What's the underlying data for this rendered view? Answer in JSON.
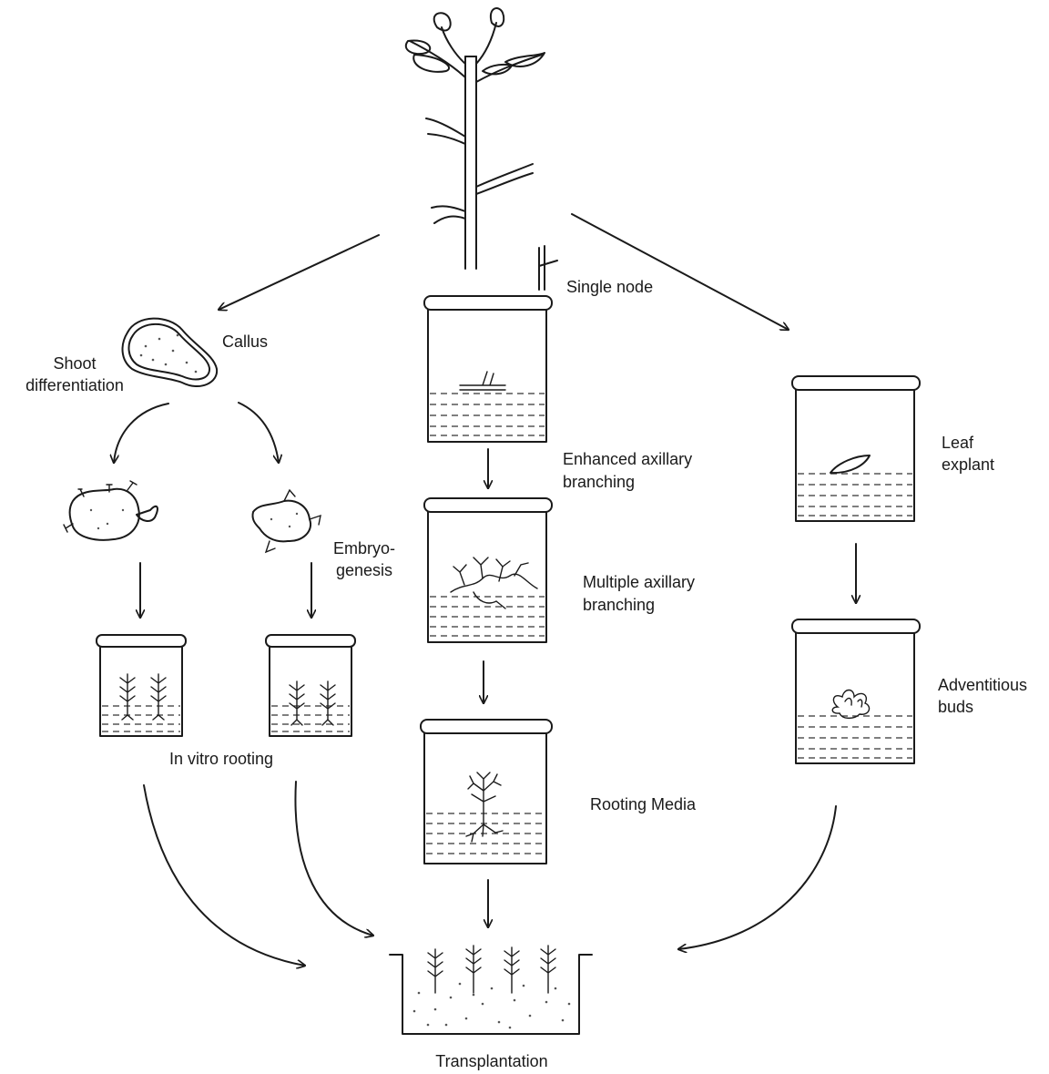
{
  "labels": {
    "single_node": "Single node",
    "callus": "Callus",
    "shoot_differentiation_1": "Shoot",
    "shoot_differentiation_2": "differentiation",
    "embryogenesis_1": "Embryo-",
    "embryogenesis_2": "genesis",
    "in_vitro_rooting": "In vitro rooting",
    "enhanced_axillary_1": "Enhanced axillary",
    "enhanced_axillary_2": "branching",
    "multiple_axillary_1": "Multiple axillary",
    "multiple_axillary_2": "branching",
    "rooting_media": "Rooting Media",
    "leaf_explant_1": "Leaf",
    "leaf_explant_2": "explant",
    "adventitious_1": "Adventitious",
    "adventitious_2": "buds",
    "transplantation": "Transplantation"
  }
}
